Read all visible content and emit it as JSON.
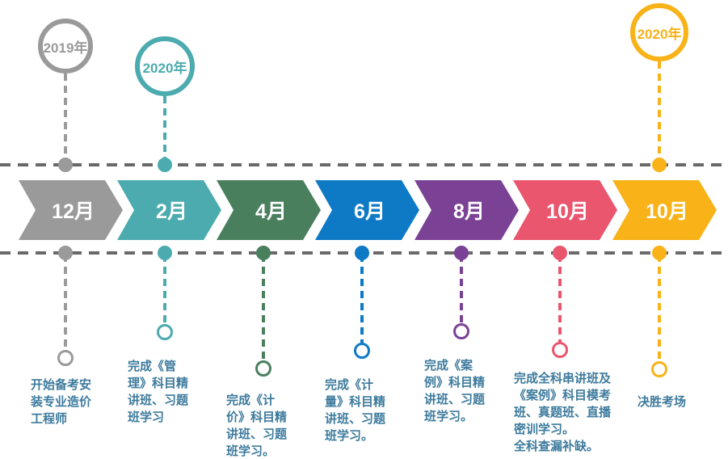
{
  "palette": {
    "gray": "#9A9A9A",
    "teal": "#4CABAF",
    "green": "#4A7F5E",
    "blue": "#0E7AC6",
    "purple": "#7A4195",
    "red": "#E9566E",
    "yellow": "#F9B218",
    "track_line": "#696969",
    "description_text": "#3E7B9D",
    "month_text": "#FFFFFF"
  },
  "years": [
    {
      "label": "2019年",
      "color": "#9A9A9A"
    },
    {
      "label": "2020年",
      "color": "#4CABAF"
    },
    {
      "label": "2020年",
      "color": "#F9B218"
    }
  ],
  "milestones": [
    {
      "month": "12月",
      "color": "#9A9A9A",
      "description": "开始备考安\n装专业造价\n工程师"
    },
    {
      "month": "2月",
      "color": "#4CABAF",
      "description": "完成《管\n理》科目精\n讲班、习题\n班学习"
    },
    {
      "month": "4月",
      "color": "#4A7F5E",
      "description": "完成《计\n价》科目精\n讲班、习题\n班学习。"
    },
    {
      "month": "6月",
      "color": "#0E7AC6",
      "description": "完成《计\n量》科目精\n讲班、习题\n班学习。"
    },
    {
      "month": "8月",
      "color": "#7A4195",
      "description": "完成《案\n例》科目精\n讲班、习题\n班学习。"
    },
    {
      "month": "10月",
      "color": "#E9566E",
      "description": "完成全科串讲班及\n《案例》科目模考\n班、真题班、直播\n密训学习。\n全科查漏补缺。"
    },
    {
      "month": "10月",
      "color": "#F9B218",
      "description": "决胜考场"
    }
  ]
}
